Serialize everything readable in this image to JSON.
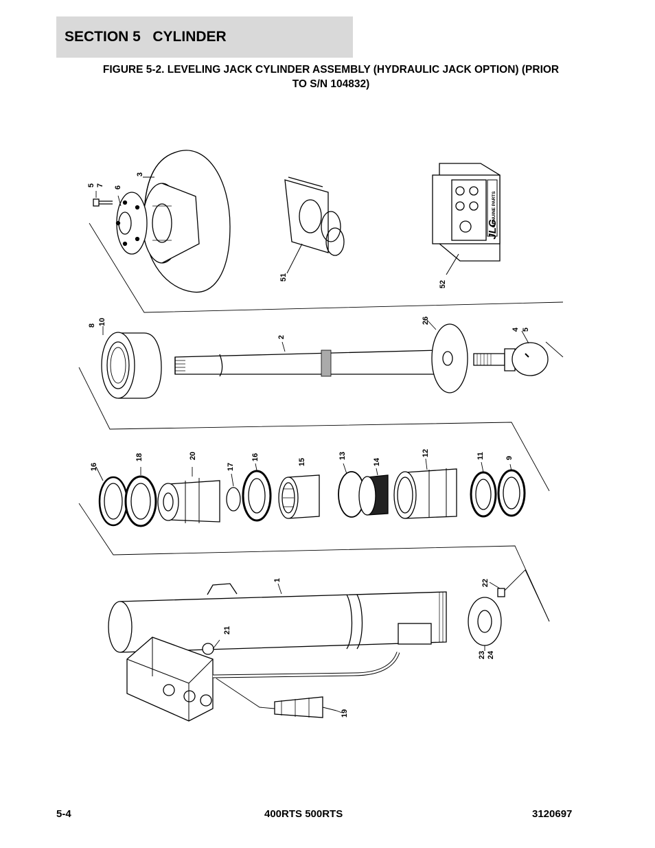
{
  "header": {
    "section_title": "SECTION 5   CYLINDER",
    "figure_title_line1": "FIGURE 5-2. LEVELING JACK CYLINDER ASSEMBLY (HYDRAULIC JACK OPTION) (PRIOR",
    "figure_title_line2": "TO S/N 104832)"
  },
  "diagram": {
    "part_callouts": [
      "5",
      "7",
      "6",
      "3",
      "51",
      "52",
      "8",
      "10",
      "2",
      "26",
      "4",
      "5",
      "16",
      "18",
      "20",
      "17",
      "16",
      "15",
      "13",
      "14",
      "12",
      "11",
      "9",
      "1",
      "22",
      "21",
      "23",
      "24",
      "19"
    ],
    "kit_box_label": "GENUINE PARTS",
    "kit_box_logo": "JLG"
  },
  "footer": {
    "page_number": "5-4",
    "models": "400RTS 500RTS",
    "doc_number": "3120697"
  }
}
